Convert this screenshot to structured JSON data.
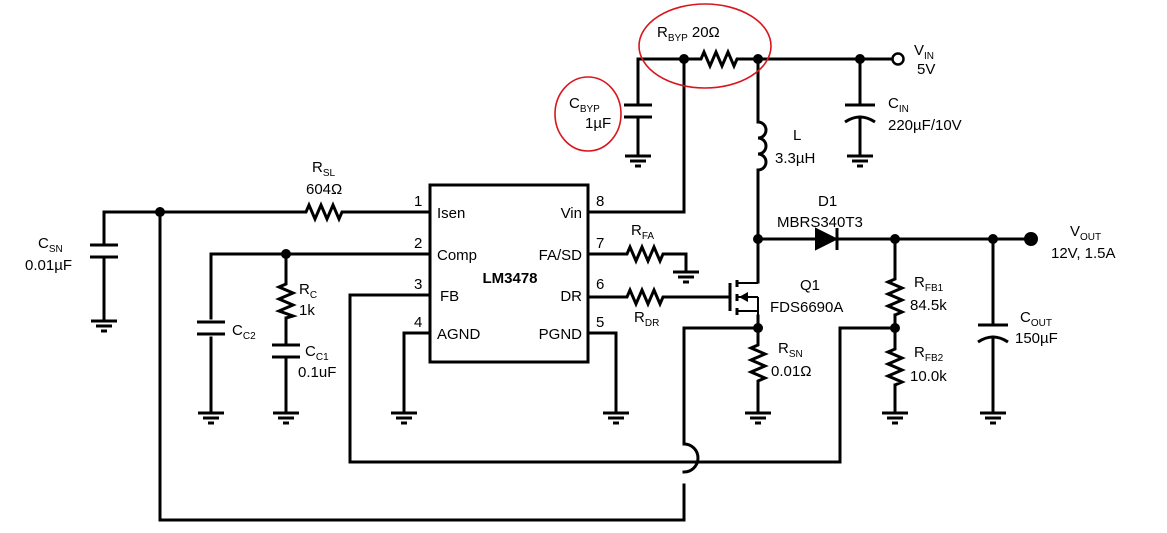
{
  "ic": {
    "name": "LM3478",
    "pins": {
      "p1": {
        "num": "1",
        "name": "Isen"
      },
      "p2": {
        "num": "2",
        "name": "Comp"
      },
      "p3": {
        "num": "3",
        "name": "FB"
      },
      "p4": {
        "num": "4",
        "name": "AGND"
      },
      "p5": {
        "num": "5",
        "name": "PGND"
      },
      "p6": {
        "num": "6",
        "name": "DR"
      },
      "p7": {
        "num": "7",
        "name": "FA/SD"
      },
      "p8": {
        "num": "8",
        "name": "Vin"
      }
    }
  },
  "components": {
    "rbyp": {
      "sym": "R",
      "sub": "BYP",
      "value": "20Ω"
    },
    "cbyp": {
      "sym": "C",
      "sub": "BYP",
      "value": "1µF"
    },
    "vin": {
      "sym": "V",
      "sub": "IN",
      "value": "5V"
    },
    "cin": {
      "sym": "C",
      "sub": "IN",
      "value": "220µF/10V"
    },
    "l": {
      "sym": "L",
      "value": "3.3µH"
    },
    "rsl": {
      "sym": "R",
      "sub": "SL",
      "value": "604Ω"
    },
    "csn": {
      "sym": "C",
      "sub": "SN",
      "value": "0.01µF"
    },
    "rfa": {
      "sym": "R",
      "sub": "FA"
    },
    "rdr": {
      "sym": "R",
      "sub": "DR"
    },
    "rc": {
      "sym": "R",
      "sub": "C",
      "value": "1k"
    },
    "cc2": {
      "sym": "C",
      "sub": "C2"
    },
    "cc1": {
      "sym": "C",
      "sub": "C1",
      "value": "0.1uF"
    },
    "d1": {
      "ref": "D1",
      "value": "MBRS340T3"
    },
    "q1": {
      "ref": "Q1",
      "value": "FDS6690A"
    },
    "rsn": {
      "sym": "R",
      "sub": "SN",
      "value": "0.01Ω"
    },
    "rfb1": {
      "sym": "R",
      "sub": "FB1",
      "value": "84.5k"
    },
    "rfb2": {
      "sym": "R",
      "sub": "FB2",
      "value": "10.0k"
    },
    "vout": {
      "sym": "V",
      "sub": "OUT",
      "value": "12V, 1.5A"
    },
    "cout": {
      "sym": "C",
      "sub": "OUT",
      "value": "150µF"
    }
  },
  "colors": {
    "wire": "#000000",
    "highlight": "#d8161d"
  }
}
